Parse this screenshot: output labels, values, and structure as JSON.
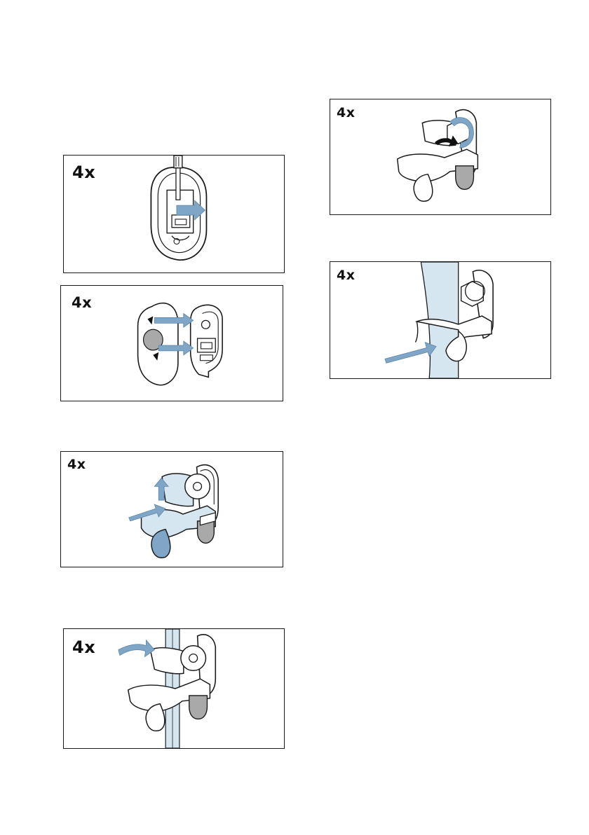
{
  "colors": {
    "accent_blue": "#7fa6c6",
    "light_blue": "#d6e6f1",
    "part_gray": "#a9a9a9",
    "line": "#1a1a1a",
    "arrow_dark": "#111111"
  },
  "figures": [
    {
      "id": "fig-1",
      "count_label": "4x",
      "icon": "screwdriver-release-icon"
    },
    {
      "id": "fig-2",
      "count_label": "4x",
      "icon": "plate-mount-icon"
    },
    {
      "id": "fig-3",
      "count_label": "4x",
      "icon": "clip-insert-icon"
    },
    {
      "id": "fig-4",
      "count_label": "4x",
      "icon": "clip-rotate-icon"
    },
    {
      "id": "fig-5",
      "count_label": "4x",
      "icon": "clip-on-rail-icon"
    },
    {
      "id": "fig-6",
      "count_label": "4x",
      "icon": "rail-push-icon"
    }
  ]
}
